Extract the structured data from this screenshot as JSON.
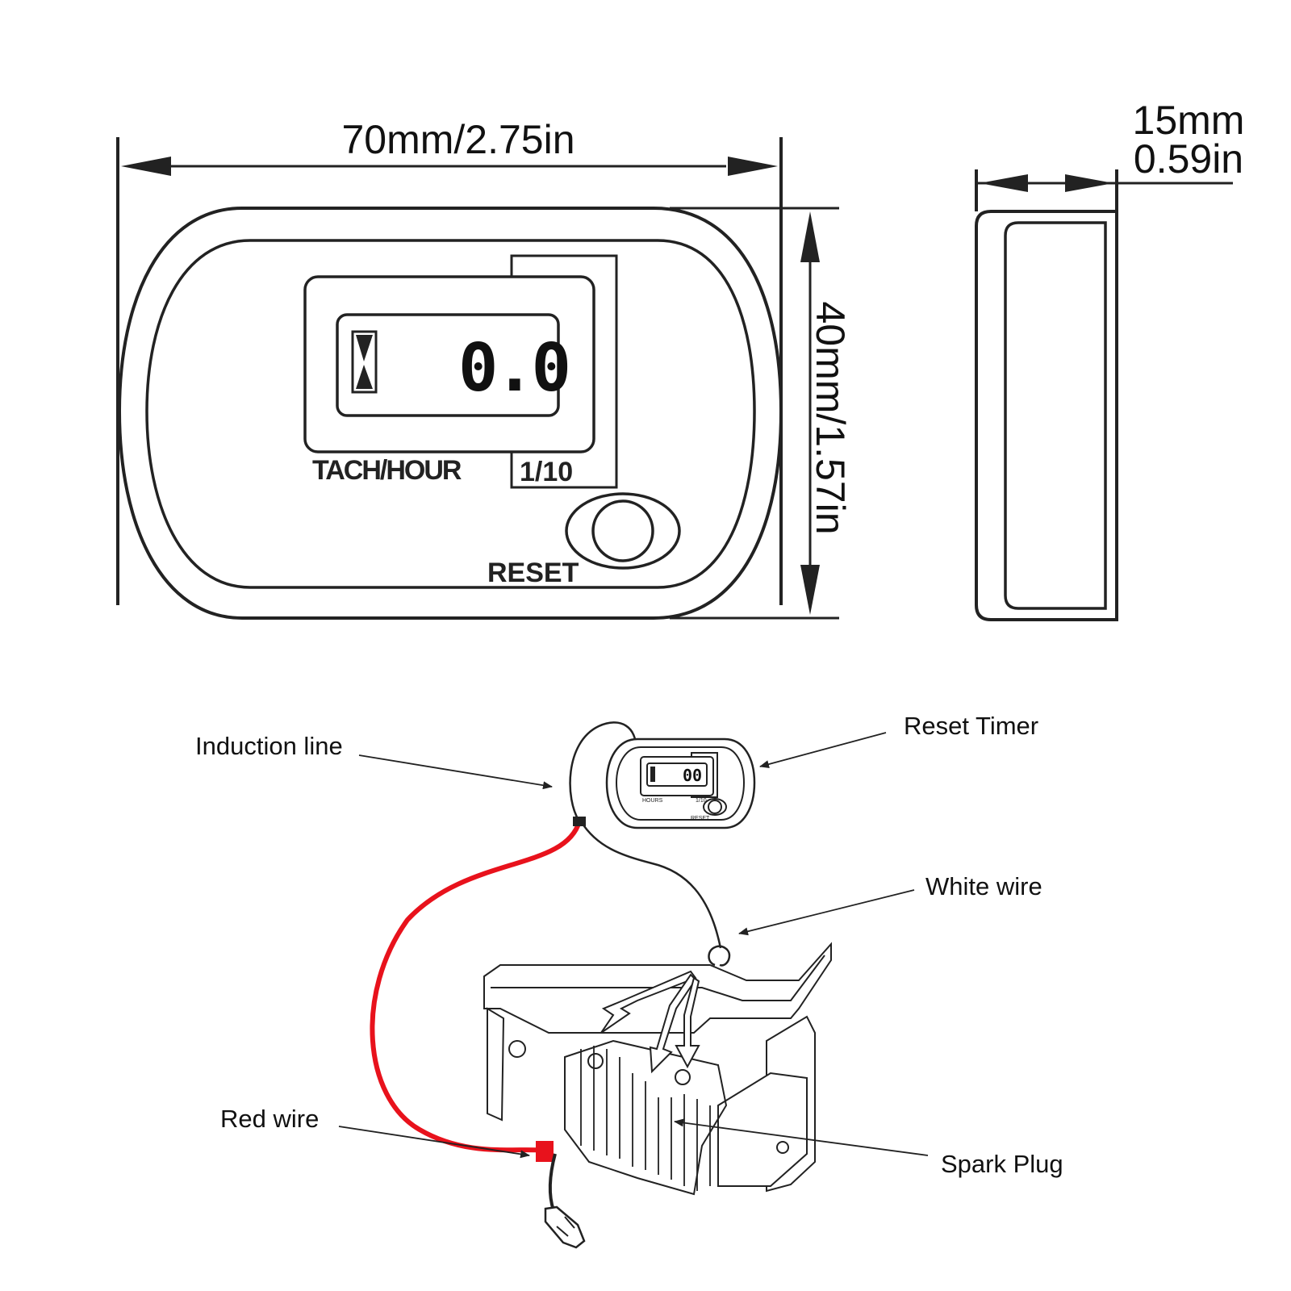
{
  "dimensions": {
    "width": "70mm/2.75in",
    "height": "40mm/1.57in",
    "depth_mm": "15mm",
    "depth_in": "0.59in"
  },
  "device": {
    "display_value": "0.0",
    "mode_label": "TACH/HOUR",
    "resolution_label": "1/10",
    "reset_label": "RESET"
  },
  "install": {
    "callouts": {
      "induction_line": "Induction line",
      "reset_timer": "Reset Timer",
      "white_wire": "White wire",
      "red_wire": "Red wire",
      "spark_plug": "Spark Plug"
    },
    "mini_device": {
      "display_value": "00",
      "mode_label": "HOURS",
      "resolution_label": "1/10",
      "reset_label": "RESET"
    }
  },
  "colors": {
    "line": "#222222",
    "red_wire": "#e8121c"
  }
}
